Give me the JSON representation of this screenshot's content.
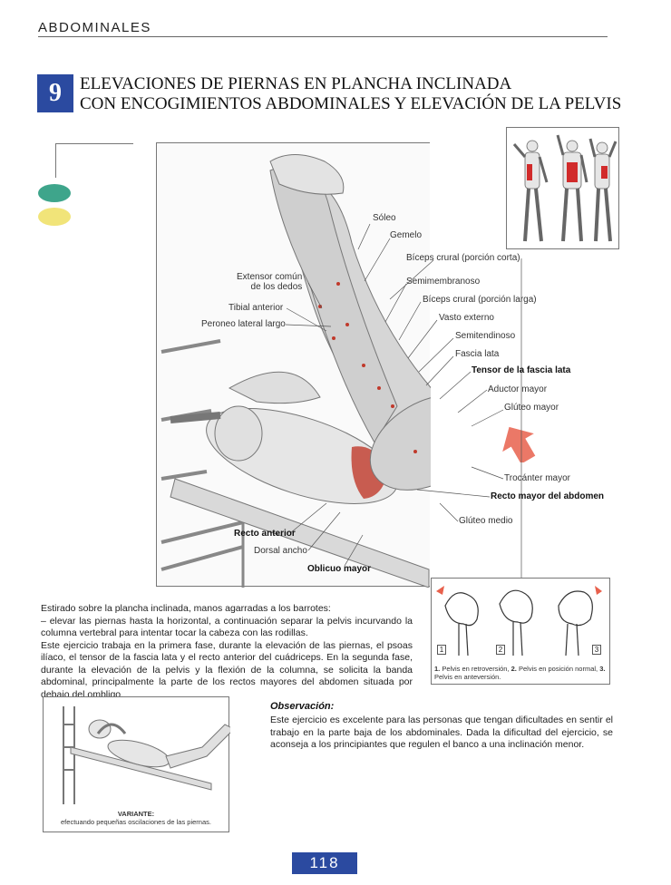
{
  "header": {
    "section": "ABDOMINALES"
  },
  "exercise": {
    "number": "9",
    "title_line1": "ELEVACIONES DE PIERNAS EN PLANCHA INCLINADA",
    "title_line2": "CON ENCOGIMIENTOS ABDOMINALES Y ELEVACIÓN DE LA PELVIS"
  },
  "labels": {
    "soleo": "Sóleo",
    "gemelo": "Gemelo",
    "biceps_corta": "Bíceps crural (porción corta)",
    "semimembranoso": "Semimembranoso",
    "biceps_larga": "Bíceps crural (porción larga)",
    "vasto_externo": "Vasto externo",
    "semitendinoso": "Semitendinoso",
    "fascia_lata": "Fascia lata",
    "tensor": "Tensor de la fascia lata",
    "aductor": "Aductor mayor",
    "gluteo_mayor": "Glúteo mayor",
    "trocanter": "Trocánter mayor",
    "recto_mayor": "Recto mayor del abdomen",
    "gluteo_medio": "Glúteo medio",
    "extensor_1": "Extensor común",
    "extensor_2": "de los dedos",
    "tibial": "Tibial anterior",
    "peroneo": "Peroneo lateral largo",
    "recto_anterior": "Recto anterior",
    "dorsal": "Dorsal ancho",
    "oblicuo": "Oblicuo mayor"
  },
  "diagram": {
    "boxes": [
      "1",
      "2",
      "3"
    ],
    "caption_num1": "1.",
    "caption_t1": " Pelvis en retroversión, ",
    "caption_num2": "2.",
    "caption_t2": " Pelvis en posición normal, ",
    "caption_num3": "3.",
    "caption_t3": " Pelvis en anteversión."
  },
  "body": {
    "p1": "Estirado sobre la plancha inclinada, manos agarradas a los barrotes:",
    "p2": "– elevar las piernas hasta la horizontal, a continuación separar la pelvis incurvando la columna vertebral para intentar tocar la cabeza con las rodillas.",
    "p3": "Este ejercicio trabaja en la primera fase, durante la elevación de las piernas, el psoas ilíaco, el tensor de la fascia lata y el recto anterior del cuádriceps. En la segunda fase, durante la elevación de la pelvis y la flexión de la columna, se solicita la banda abdominal, principalmente la parte de los rectos mayores del abdomen situada por debajo del ombligo."
  },
  "variant": {
    "title": "VARIANTE:",
    "text": "efectuando pequeñas oscilaciones de las piernas."
  },
  "observation": {
    "title": "Observación:",
    "text": "Este ejercicio es excelente para las personas que tengan dificultades en sentir el trabajo en la parte baja de los abdominales. Dada la dificultad del ejercicio, se aconseja a los principiantes que regulen el banco a una inclinación menor."
  },
  "footer": {
    "page": "118"
  },
  "colors": {
    "accent_blue": "#2b4aa0",
    "green": "#3ea58b",
    "yellow": "#f1e479",
    "muscle_red": "#c0392b",
    "arrow_red": "#e8604c"
  }
}
